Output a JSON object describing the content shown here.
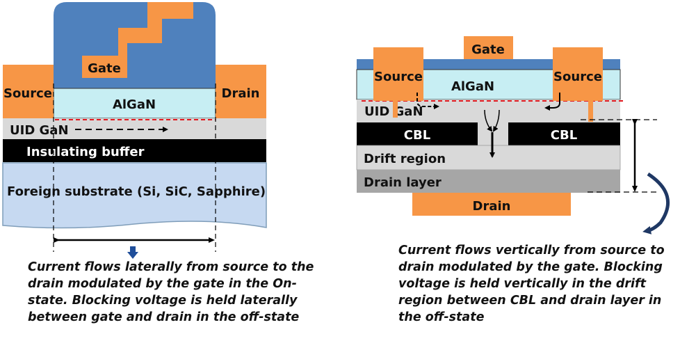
{
  "lateral": {
    "gate": "Gate",
    "source": "Source",
    "drain": "Drain",
    "algan": "AlGaN",
    "uid_gan": "UID GaN",
    "insulating_buffer": "Insulating buffer",
    "substrate": "Foreign substrate (Si, SiC, Sapphire)",
    "caption_lines": [
      "Current flows laterally from source to the",
      "drain modulated by the gate in the On-",
      "state. Blocking voltage is held laterally",
      "between gate and drain in the off-state"
    ]
  },
  "vertical": {
    "gate": "Gate",
    "source_left": "Source",
    "source_right": "Source",
    "algan": "AlGaN",
    "uid_gan": "UID GaN",
    "cbl_left": "CBL",
    "cbl_right": "CBL",
    "drift_region": "Drift region",
    "drain_layer": "Drain layer",
    "drain": "Drain",
    "caption_lines": [
      "Current flows vertically from source to",
      "drain modulated by the gate. Blocking",
      "voltage is held vertically in the drift",
      "region between CBL and drain layer in",
      "the off-state"
    ]
  },
  "colors": {
    "gate_metal": "#F79646",
    "passivation": "#4F81BD",
    "algan": "#C7EEF3",
    "uid_gan": "#D9D9D9",
    "buffer": "#000000",
    "substrate": "#C6D9F1",
    "drain_layer": "#A6A6A6",
    "channel_dash": "#E0161D",
    "curved_arrow": "#1F3864"
  }
}
